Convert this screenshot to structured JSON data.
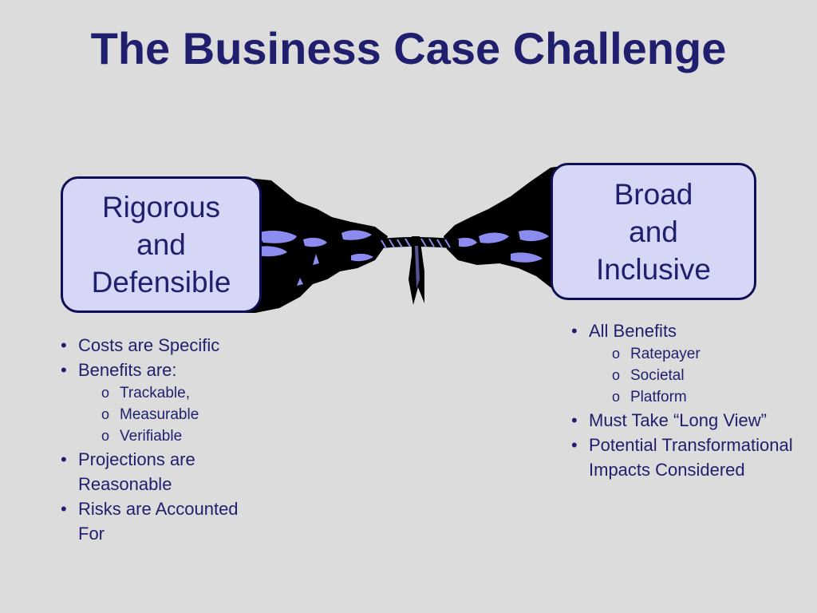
{
  "slide": {
    "title": "The Business Case Challenge",
    "left_box": {
      "line1": "Rigorous",
      "line2": "and",
      "line3": "Defensible"
    },
    "right_box": {
      "line1": "Broad",
      "line2": "and",
      "line3": "Inclusive"
    },
    "illustration": "tug-of-war-hands-icon"
  },
  "left_list": {
    "items": [
      {
        "text": "Costs are Specific"
      },
      {
        "text": "Benefits are:"
      },
      {
        "text": "Projections are Reasonable"
      },
      {
        "text": "Risks are Accounted  For"
      }
    ],
    "benefits_sub": [
      "Trackable,",
      "Measurable",
      "Verifiable"
    ]
  },
  "right_list": {
    "items": [
      {
        "text": "All Benefits"
      },
      {
        "text": "Must Take “Long View”"
      },
      {
        "text": "Potential Transformational Impacts Considered"
      }
    ],
    "benefits_sub": [
      "Ratepayer",
      "Societal",
      "Platform"
    ]
  },
  "colors": {
    "background": "#dcdcdc",
    "title": "#1f1f6e",
    "box_fill": "#d6d6f7",
    "box_border": "#0f0f55",
    "hands": "#000000",
    "highlight": "#8c8cf0"
  }
}
